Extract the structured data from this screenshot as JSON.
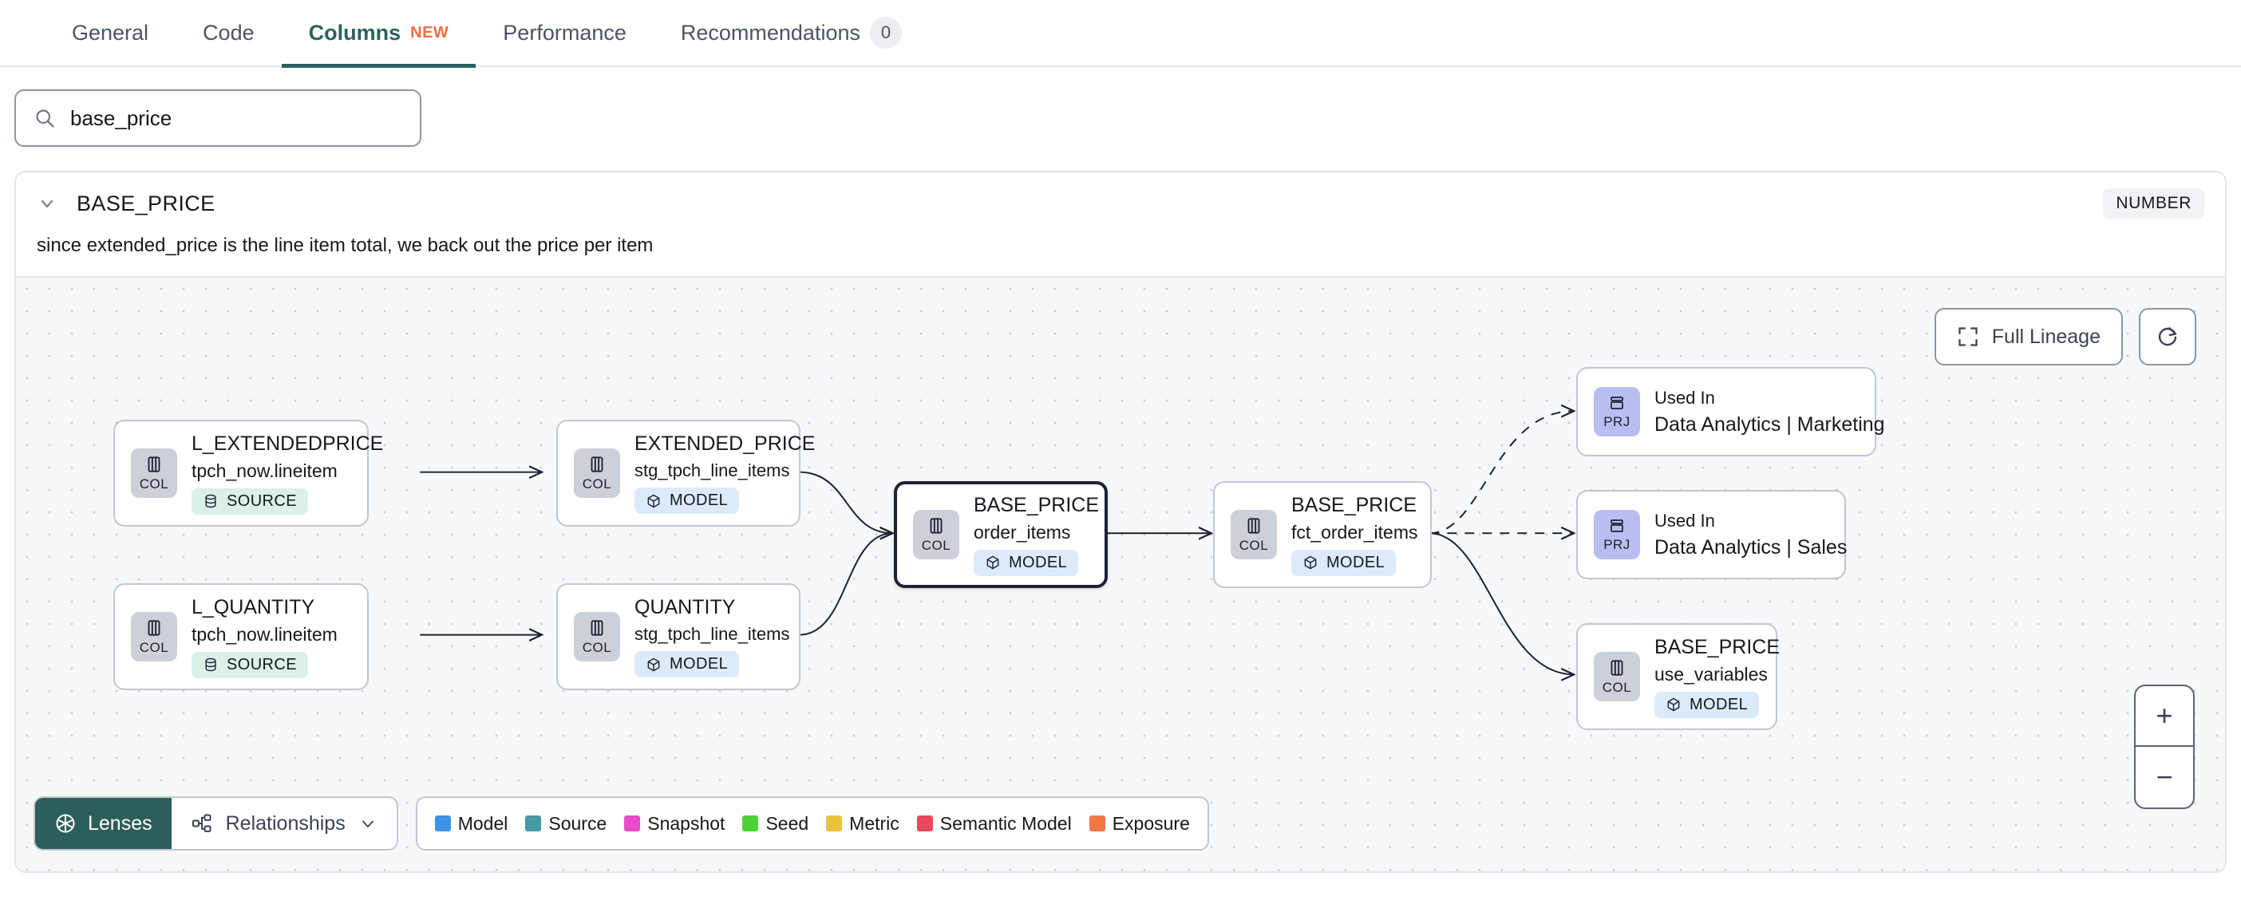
{
  "tabs": [
    {
      "label": "General",
      "active": false
    },
    {
      "label": "Code",
      "active": false
    },
    {
      "label": "Columns",
      "active": true,
      "badge": "NEW"
    },
    {
      "label": "Performance",
      "active": false
    },
    {
      "label": "Recommendations",
      "active": false,
      "count": "0"
    }
  ],
  "search": {
    "value": "base_price",
    "placeholder": "Search columns",
    "icon": "search-icon"
  },
  "column": {
    "name": "BASE_PRICE",
    "type_badge": "NUMBER",
    "description": "since extended_price is the line item total, we back out the price per item",
    "expanded": true
  },
  "graph": {
    "controls": {
      "full_lineage_label": "Full Lineage",
      "refresh_icon": "refresh-icon",
      "expand_icon": "expand-icon",
      "zoom_in": "+",
      "zoom_out": "−"
    },
    "nodes": [
      {
        "id": "l_extendedprice",
        "badge": "COL",
        "badge_kind": "col",
        "title": "L_EXTENDEDPRICE",
        "subtitle": "tpch_now.lineitem",
        "tag": "SOURCE",
        "tag_kind": "source",
        "selected": false
      },
      {
        "id": "l_quantity",
        "badge": "COL",
        "badge_kind": "col",
        "title": "L_QUANTITY",
        "subtitle": "tpch_now.lineitem",
        "tag": "SOURCE",
        "tag_kind": "source",
        "selected": false
      },
      {
        "id": "extended_price",
        "badge": "COL",
        "badge_kind": "col",
        "title": "EXTENDED_PRICE",
        "subtitle": "stg_tpch_line_items",
        "tag": "MODEL",
        "tag_kind": "model",
        "selected": false
      },
      {
        "id": "quantity",
        "badge": "COL",
        "badge_kind": "col",
        "title": "QUANTITY",
        "subtitle": "stg_tpch_line_items",
        "tag": "MODEL",
        "tag_kind": "model",
        "selected": false
      },
      {
        "id": "base_price_order_items",
        "badge": "COL",
        "badge_kind": "col",
        "title": "BASE_PRICE",
        "subtitle": "order_items",
        "tag": "MODEL",
        "tag_kind": "model",
        "selected": true
      },
      {
        "id": "base_price_fct",
        "badge": "COL",
        "badge_kind": "col",
        "title": "BASE_PRICE",
        "subtitle": "fct_order_items",
        "tag": "MODEL",
        "tag_kind": "model",
        "selected": false
      },
      {
        "id": "prj_marketing",
        "badge": "PRJ",
        "badge_kind": "prj",
        "usedin": "Used In",
        "title": "Data Analytics | Marketing",
        "selected": false
      },
      {
        "id": "prj_sales",
        "badge": "PRJ",
        "badge_kind": "prj",
        "usedin": "Used In",
        "title": "Data Analytics | Sales",
        "selected": false
      },
      {
        "id": "base_price_use_variables",
        "badge": "COL",
        "badge_kind": "col",
        "title": "BASE_PRICE",
        "subtitle": "use_variables",
        "tag": "MODEL",
        "tag_kind": "model",
        "selected": false
      }
    ],
    "bottom": {
      "lenses_label": "Lenses",
      "lenses_icon": "aperture-icon",
      "relationships_label": "Relationships",
      "relationships_icon": "relationships-icon",
      "chevron_icon": "chevron-down-icon"
    },
    "legend": [
      {
        "label": "Model",
        "color": "#3d94e5"
      },
      {
        "label": "Source",
        "color": "#469aa3"
      },
      {
        "label": "Snapshot",
        "color": "#e94cc9"
      },
      {
        "label": "Seed",
        "color": "#4cd137"
      },
      {
        "label": "Metric",
        "color": "#eac33c"
      },
      {
        "label": "Semantic Model",
        "color": "#e84a5c"
      },
      {
        "label": "Exposure",
        "color": "#ef7845"
      }
    ]
  }
}
